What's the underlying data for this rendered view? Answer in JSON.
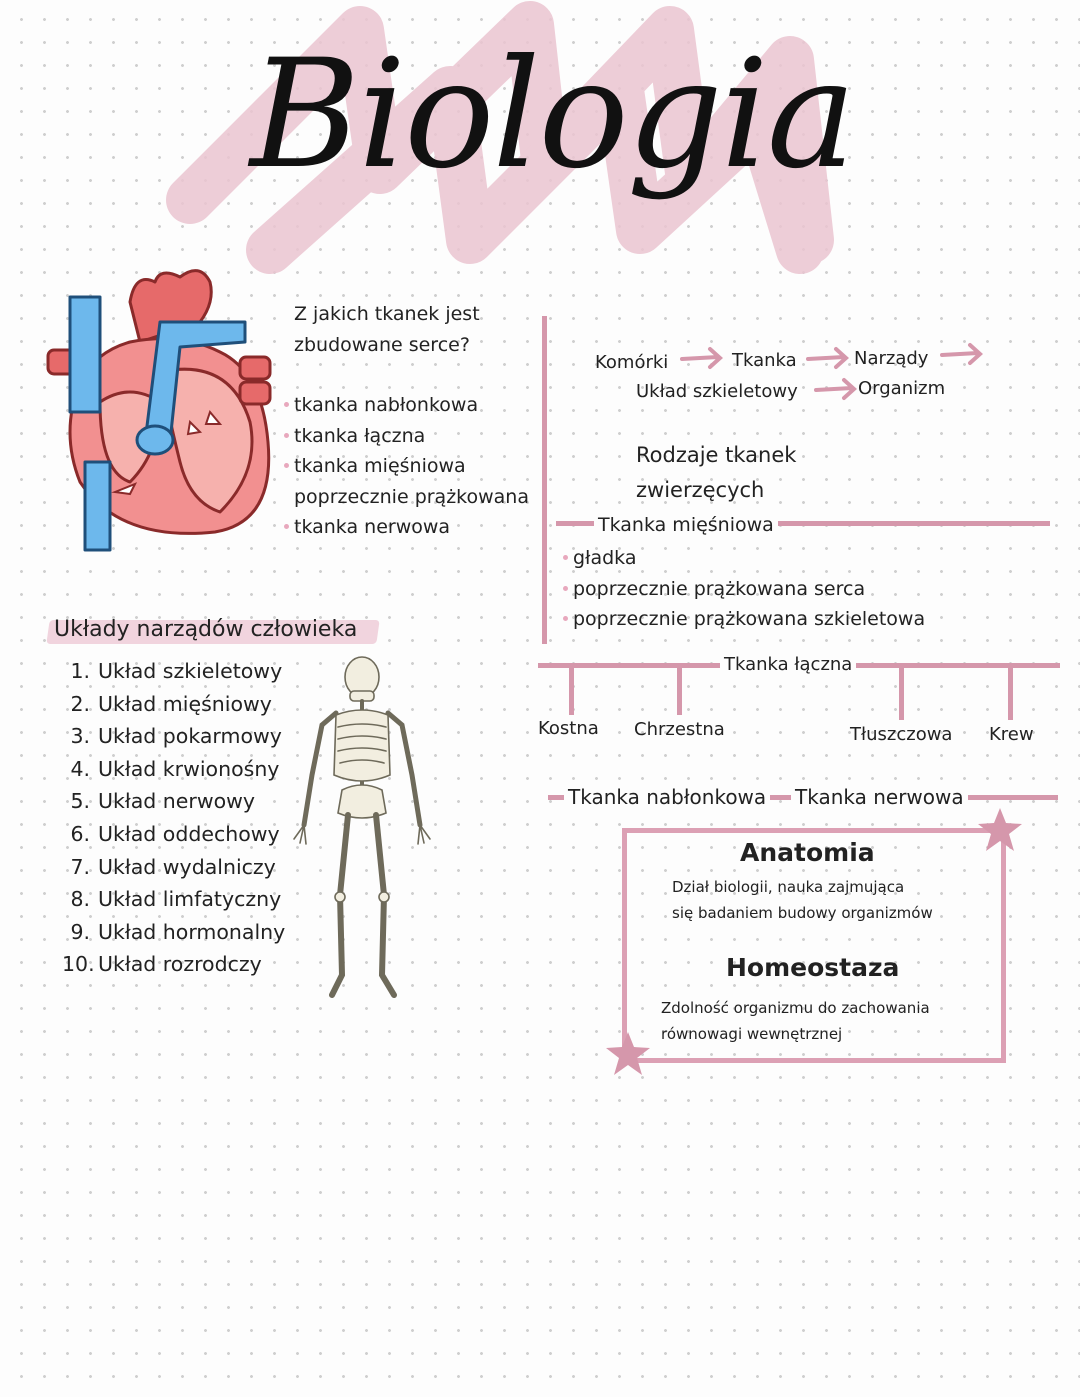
{
  "title": "Biologia",
  "heart_question": {
    "question_line1": "Z jakich tkanek jest",
    "question_line2": "zbudowane serce?",
    "items": [
      "tkanka nabłonkowa",
      "tkanka łączna",
      "tkanka mięśniowa",
      "poprzecznie prążkowana",
      "tkanka nerwowa"
    ]
  },
  "flow": {
    "komorki": "Komórki",
    "tkanka": "Tkanka",
    "narzady": "Narządy",
    "uklad": "Układ szkieletowy",
    "organizm": "Organizm"
  },
  "tissues_title_line1": "Rodzaje tkanek",
  "tissues_title_line2": "zwierzęcych",
  "muscle": {
    "title": "Tkanka mięśniowa",
    "items": [
      "gładka",
      "poprzecznie prążkowana serca",
      "poprzecznie prążkowana szkieletowa"
    ]
  },
  "connective": {
    "title": "Tkanka łączna",
    "types": [
      "Kostna",
      "Chrzestna",
      "Tłuszczowa",
      "Krew"
    ]
  },
  "epithelial": "Tkanka nabłonkowa",
  "nervous": "Tkanka nerwowa",
  "organ_systems": {
    "title": "Układy narządów człowieka",
    "items": [
      {
        "num": "1.",
        "label": "Układ szkieletowy"
      },
      {
        "num": "2.",
        "label": "Układ mięśniowy"
      },
      {
        "num": "3.",
        "label": "Układ pokarmowy"
      },
      {
        "num": "4.",
        "label": "Układ krwionośny"
      },
      {
        "num": "5.",
        "label": "Układ nerwowy"
      },
      {
        "num": "6.",
        "label": "Układ oddechowy"
      },
      {
        "num": "7.",
        "label": "Układ wydalniczy"
      },
      {
        "num": "8.",
        "label": "Układ limfatyczny"
      },
      {
        "num": "9.",
        "label": "Układ hormonalny"
      },
      {
        "num": "10.",
        "label": "Układ rozrodczy"
      }
    ]
  },
  "definitions": {
    "anatomia_title": "Anatomia",
    "anatomia_line1": "Dział biologii, nauka zajmująca",
    "anatomia_line2": "się badaniem budowy organizmów",
    "homeostaza_title": "Homeostaza",
    "homeostaza_line1": "Zdolność organizmu do zachowania",
    "homeostaza_line2": "równowagi wewnętrznej"
  },
  "colors": {
    "accent_pink": "#d597ab",
    "heart_red": "#f08c8c",
    "vein_blue": "#6db8ec"
  }
}
